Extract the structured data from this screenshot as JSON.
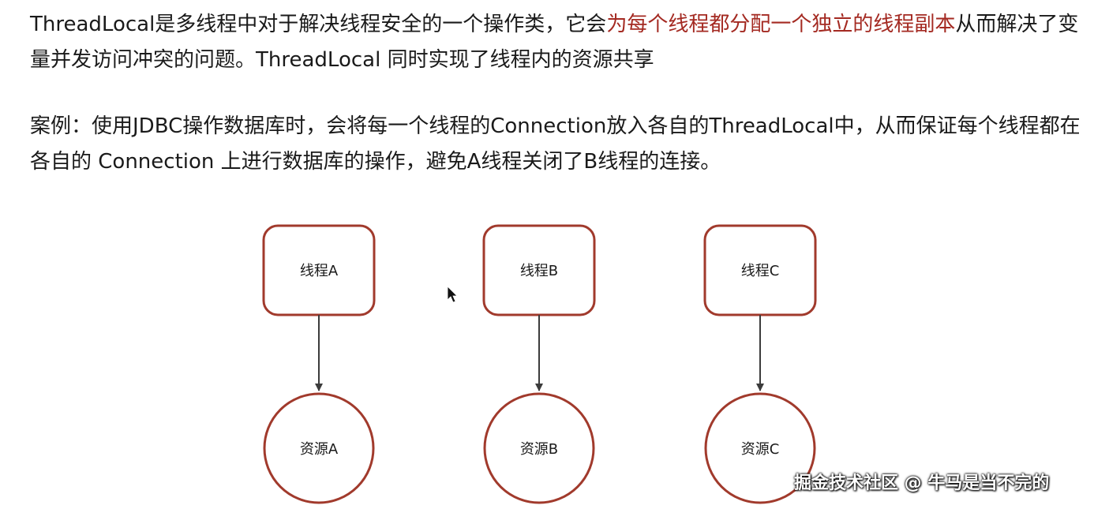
{
  "paragraph1": {
    "before": "ThreadLocal是多线程中对于解决线程安全的一个操作类，它会",
    "highlight": "为每个线程都分配一个独立的线程副本",
    "after": "从而解决了变量并发访问冲突的问题。ThreadLocal 同时实现了线程内的资源共享"
  },
  "paragraph2": {
    "text": "案例：使用JDBC操作数据库时，会将每一个线程的Connection放入各自的ThreadLocal中，从而保证每个线程都在各自的 Connection 上进行数据库的操作，避免A线程关闭了B线程的连接。"
  },
  "diagram": {
    "threads": [
      {
        "thread_label": "线程A",
        "resource_label": "资源A"
      },
      {
        "thread_label": "线程B",
        "resource_label": "资源B"
      },
      {
        "thread_label": "线程C",
        "resource_label": "资源C"
      }
    ],
    "colors": {
      "node_stroke": "#a13a2c",
      "arrow": "#3c3c3c",
      "highlight_text": "#a42a22"
    }
  },
  "watermark": "掘金技术社区 @ 牛马是当不完的"
}
